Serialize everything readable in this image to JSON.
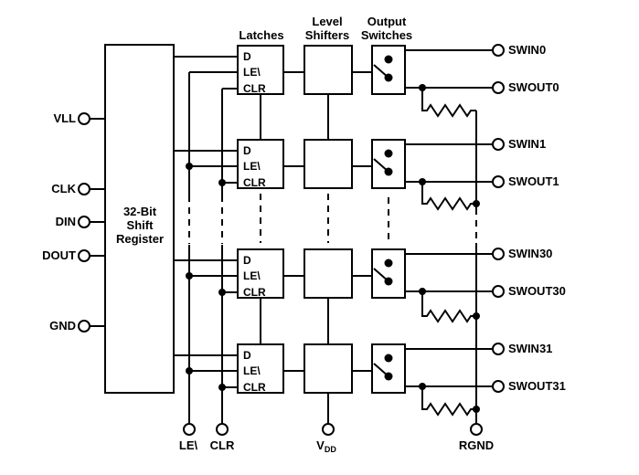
{
  "colors": {
    "background": "#ffffff",
    "line": "#000000"
  },
  "headers": {
    "latches": "Latches",
    "level_line1": "Level",
    "level_line2": "Shifters",
    "output_line1": "Output",
    "output_line2": "Switches"
  },
  "shift_register": {
    "line1": "32-Bit",
    "line2": "Shift",
    "line3": "Register"
  },
  "left_pins": {
    "vll": "VLL",
    "clk": "CLK",
    "din": "DIN",
    "dout": "DOUT",
    "gnd": "GND"
  },
  "bottom_pins": {
    "le": "LE\\",
    "clr": "CLR",
    "vdd_main": "V",
    "vdd_sub": "DD",
    "rgnd": "RGND"
  },
  "rows": [
    {
      "latch_d": "D",
      "latch_le": "LE\\",
      "latch_clr": "CLR",
      "swin": "SWIN0",
      "swout": "SWOUT0"
    },
    {
      "latch_d": "D",
      "latch_le": "LE\\",
      "latch_clr": "CLR",
      "swin": "SWIN1",
      "swout": "SWOUT1"
    },
    {
      "latch_d": "D",
      "latch_le": "LE\\",
      "latch_clr": "CLR",
      "swin": "SWIN30",
      "swout": "SWOUT30"
    },
    {
      "latch_d": "D",
      "latch_le": "LE\\",
      "latch_clr": "CLR",
      "swin": "SWIN31",
      "swout": "SWOUT31"
    }
  ]
}
